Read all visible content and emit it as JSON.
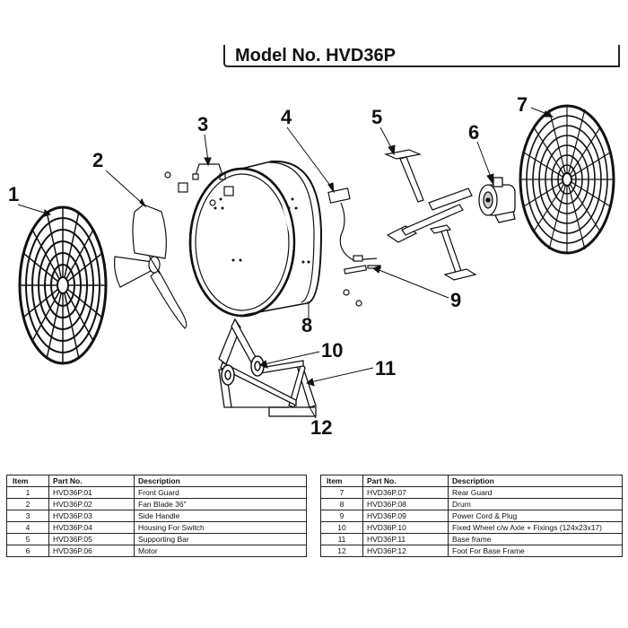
{
  "title": {
    "text": "Model No. HVD36P"
  },
  "callouts": [
    "1",
    "2",
    "3",
    "4",
    "5",
    "6",
    "7",
    "8",
    "9",
    "10",
    "11",
    "12"
  ],
  "table": {
    "headers": {
      "item": "Item",
      "part_no": "Part No.",
      "description": "Description"
    },
    "left_rows": [
      {
        "item": "1",
        "part_no": "HVD36P.01",
        "description": "Front Guard"
      },
      {
        "item": "2",
        "part_no": "HVD36P.02",
        "description": "Fan Blade 36\""
      },
      {
        "item": "3",
        "part_no": "HVD36P.03",
        "description": "Side Handle"
      },
      {
        "item": "4",
        "part_no": "HVD36P.04",
        "description": "Housing For Switch"
      },
      {
        "item": "5",
        "part_no": "HVD36P.05",
        "description": "Supporting Bar"
      },
      {
        "item": "6",
        "part_no": "HVD36P.06",
        "description": "Motor"
      }
    ],
    "right_rows": [
      {
        "item": "7",
        "part_no": "HVD36P.07",
        "description": "Rear Guard"
      },
      {
        "item": "8",
        "part_no": "HVD36P.08",
        "description": "Drum"
      },
      {
        "item": "9",
        "part_no": "HVD36P.09",
        "description": "Power Cord & Plug"
      },
      {
        "item": "10",
        "part_no": "HVD36P.10",
        "description": "Fixed Wheel c/w Axle + Fixings (124x23x17)"
      },
      {
        "item": "11",
        "part_no": "HVD36P.11",
        "description": "Base frame"
      },
      {
        "item": "12",
        "part_no": "HVD36P.12",
        "description": "Foot For Base Frame"
      }
    ]
  }
}
